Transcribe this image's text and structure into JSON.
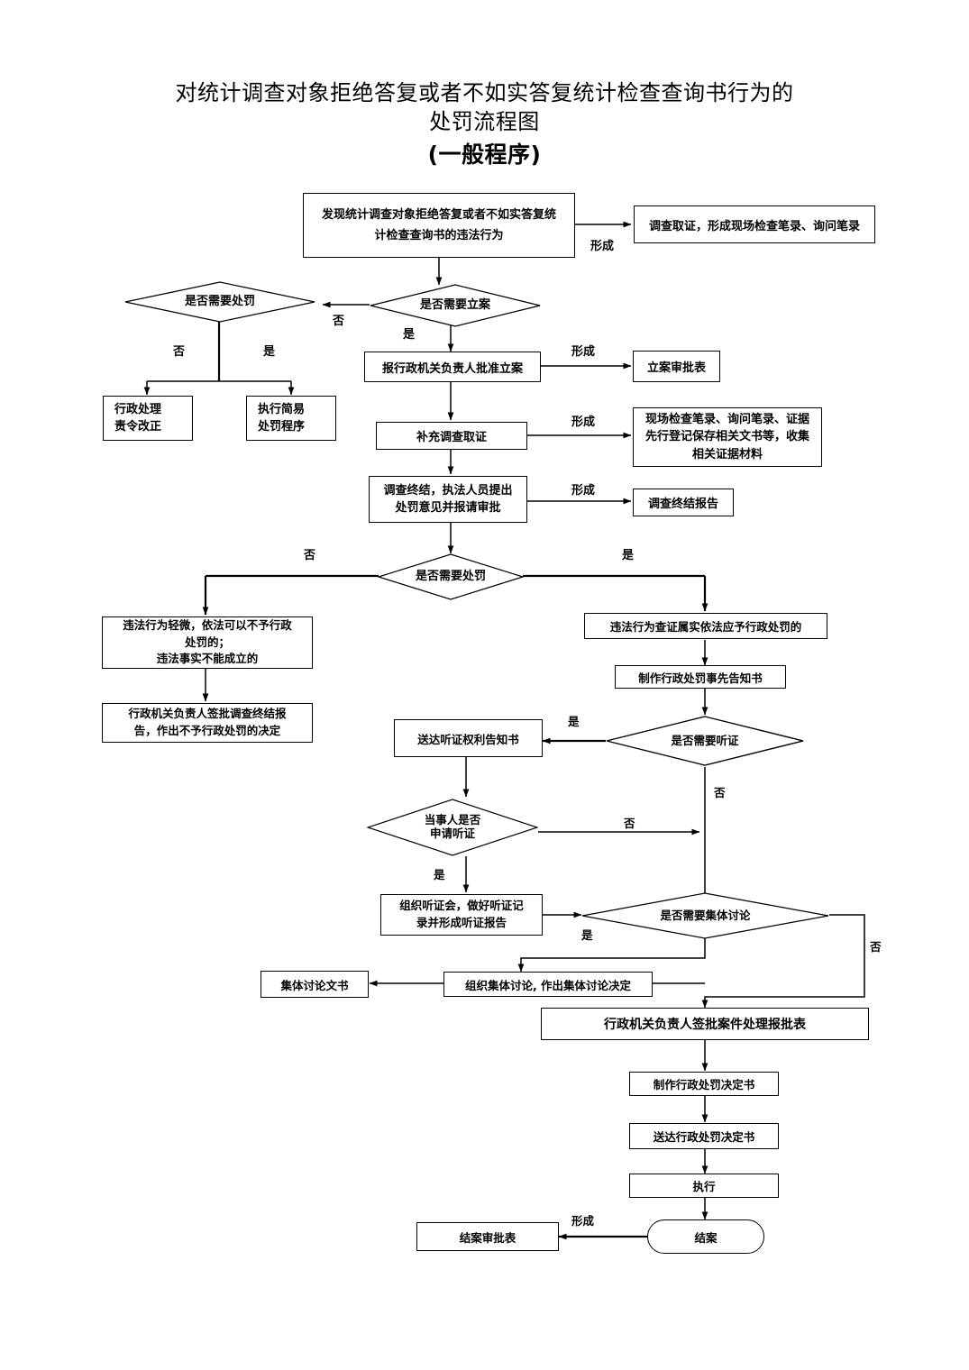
{
  "title": {
    "line1": "对统计调查对象拒绝答复或者不如实答复统计检查查询书行为的",
    "line2": "处罚流程图",
    "line3": "(一般程序)"
  },
  "nodes": {
    "start_violation": "发现统计调查对象拒绝答复或者不如实答复统\n计检查查询书的违法行为",
    "investigate_evidence": "调查取证，形成现场检查笔录、询问笔录",
    "need_case_filing": "是否需要立案",
    "need_punish_top": "是否需要处罚",
    "report_approve_filing": "报行政机关负责人批准立案",
    "filing_approval_form": "立案审批表",
    "admin_handle_correct": "行政处理\n责令改正",
    "simple_procedure": "执行简易\n处罚程序",
    "supplement_investigation": "补充调查取证",
    "evidence_materials": "现场检查笔录、询问笔录、证据\n先行登记保存相关文书等，收集\n相关证据材料",
    "investigation_concluded": "调查终结，执法人员提出\n处罚意见并报请审批",
    "conclusion_report": "调查终结报告",
    "need_punish_mid": "是否需要处罚",
    "minor_violation": "违法行为轻微，依法可以不予行政\n处罚的；\n违法事实不能成立的",
    "no_punish_decision": "行政机关负责人签批调查终结报\n告，作出不予行政处罚的决定",
    "verified_violation": "违法行为查证属实依法应予行政处罚的",
    "prior_notice": "制作行政处罚事先告知书",
    "need_hearing": "是否需要听证",
    "deliver_hearing_right": "送达听证权利告知书",
    "party_apply_hearing": "当事人是否\n申请听证",
    "organize_hearing": "组织听证会，做好听证记\n录并形成听证报告",
    "need_collective_discussion": "是否需要集体讨论",
    "organize_collective_discussion": "组织集体讨论, 作出集体讨论决定",
    "collective_discussion_doc": "集体讨论文书",
    "sign_case_report": "行政机关负责人签批案件处理报批表",
    "make_penalty_decision": "制作行政处罚决定书",
    "deliver_penalty_decision": "送达行政处罚决定书",
    "execute": "执行",
    "close_case": "结案",
    "close_case_form": "结案审批表"
  },
  "edge_labels": {
    "form_evidence": "形成",
    "no_filing": "否",
    "yes_filing": "是",
    "form_filing_table": "形成",
    "no_punish_top": "否",
    "yes_punish_top": "是",
    "form_evidence_materials": "形成",
    "form_conclusion_report": "形成",
    "no_punish_mid": "否",
    "yes_punish_mid": "是",
    "yes_hearing": "是",
    "no_hearing": "否",
    "no_apply_hearing": "否",
    "yes_apply_hearing": "是",
    "yes_collective": "是",
    "no_collective": "否",
    "form_close_case": "形成"
  },
  "colors": {
    "stroke": "#000000",
    "background": "#ffffff",
    "text": "#000000"
  }
}
